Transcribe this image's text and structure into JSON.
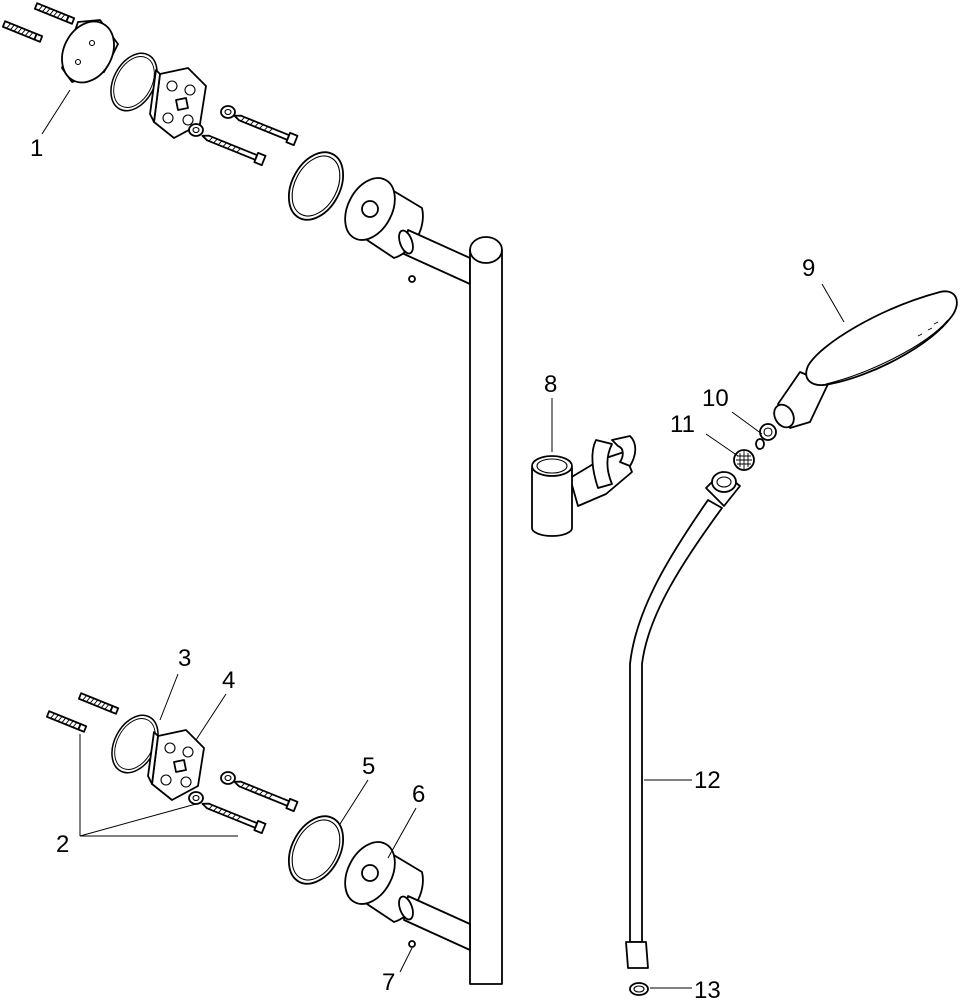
{
  "diagram": {
    "callouts": [
      {
        "id": "1",
        "text": "1"
      },
      {
        "id": "2",
        "text": "2"
      },
      {
        "id": "3",
        "text": "3"
      },
      {
        "id": "4",
        "text": "4"
      },
      {
        "id": "5",
        "text": "5"
      },
      {
        "id": "6",
        "text": "6"
      },
      {
        "id": "7",
        "text": "7"
      },
      {
        "id": "8",
        "text": "8"
      },
      {
        "id": "9",
        "text": "9"
      },
      {
        "id": "10",
        "text": "10"
      },
      {
        "id": "11",
        "text": "11"
      },
      {
        "id": "12",
        "text": "12"
      },
      {
        "id": "13",
        "text": "13"
      }
    ],
    "line_color": "#000000",
    "background": "#ffffff"
  }
}
